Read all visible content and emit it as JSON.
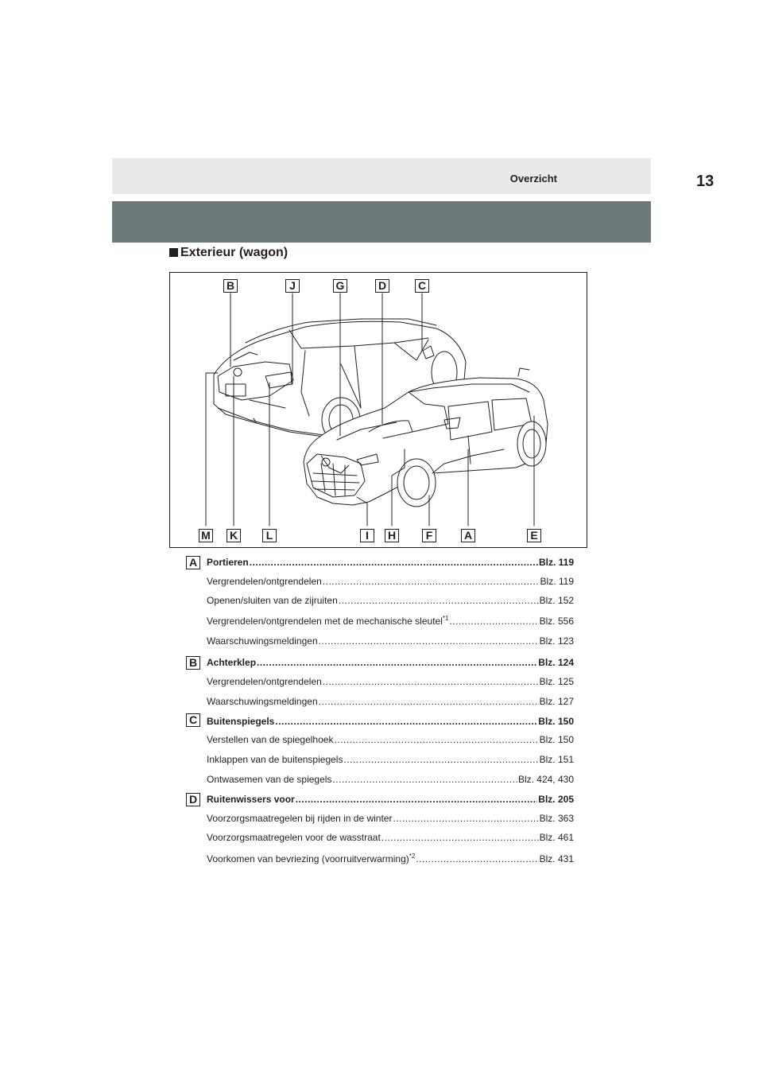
{
  "header": {
    "section": "Overzicht",
    "page_number": "13"
  },
  "section_title": "Exterieur (wagon)",
  "figure": {
    "top_callouts": [
      "B",
      "J",
      "G",
      "D",
      "C"
    ],
    "bottom_callouts": [
      "M",
      "K",
      "L",
      "I",
      "H",
      "F",
      "A",
      "E"
    ]
  },
  "groups": [
    {
      "letter": "A",
      "title": "Portieren",
      "ref": "Blz. 119",
      "items": [
        {
          "text": "Vergrendelen/ontgrendelen",
          "sup": "",
          "ref": "Blz. 119"
        },
        {
          "text": "Openen/sluiten van de zijruiten",
          "sup": "",
          "ref": "Blz. 152"
        },
        {
          "text": "Vergrendelen/ontgrendelen met de mechanische sleutel",
          "sup": "*1",
          "ref": "Blz. 556"
        },
        {
          "text": "Waarschuwingsmeldingen",
          "sup": "",
          "ref": "Blz. 123"
        }
      ]
    },
    {
      "letter": "B",
      "title": "Achterklep",
      "ref": "Blz. 124",
      "items": [
        {
          "text": "Vergrendelen/ontgrendelen",
          "sup": "",
          "ref": "Blz. 125"
        },
        {
          "text": "Waarschuwingsmeldingen",
          "sup": "",
          "ref": "Blz. 127"
        }
      ]
    },
    {
      "letter": "C",
      "title": "Buitenspiegels",
      "ref": "Blz. 150",
      "items": [
        {
          "text": "Verstellen van de spiegelhoek",
          "sup": "",
          "ref": "Blz. 150"
        },
        {
          "text": "Inklappen van de buitenspiegels",
          "sup": "",
          "ref": "Blz. 151"
        },
        {
          "text": "Ontwasemen van de spiegels",
          "sup": "",
          "ref": "Blz. 424, 430"
        }
      ]
    },
    {
      "letter": "D",
      "title": "Ruitenwissers voor",
      "ref": "Blz. 205",
      "items": [
        {
          "text": "Voorzorgsmaatregelen bij rijden in de winter",
          "sup": "",
          "ref": "Blz. 363"
        },
        {
          "text": "Voorzorgsmaatregelen voor de wasstraat",
          "sup": "",
          "ref": "Blz. 461"
        },
        {
          "text": "Voorkomen van bevriezing (voorruitverwarming)",
          "sup": "*2",
          "ref": "Blz. 431"
        }
      ]
    }
  ]
}
